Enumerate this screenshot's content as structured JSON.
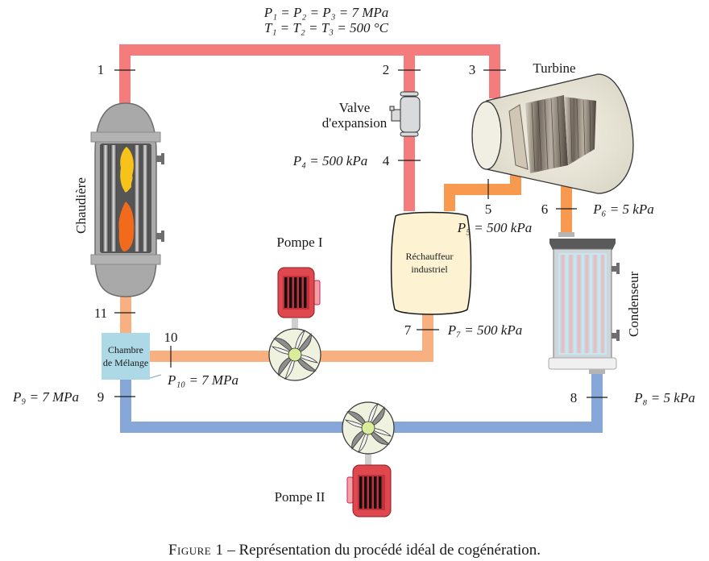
{
  "header": {
    "pressure_line": "P₁ = P₂ = P₃ = 7 MPa",
    "temperature_line": "T₁ = T₂ = T₃ = 500 °C"
  },
  "components": {
    "boiler": "Chaudière",
    "valve_line1": "Valve",
    "valve_line2": "d'expansion",
    "turbine": "Turbine",
    "heater_line1": "Réchauffeur",
    "heater_line2": "industriel",
    "condenser": "Condenseur",
    "pump1": "Pompe I",
    "pump2": "Pompe II",
    "mixer_line1": "Chambre",
    "mixer_line2": "de Mélange"
  },
  "states": {
    "s1": "1",
    "s2": "2",
    "s3": "3",
    "s4": "4",
    "s5": "5",
    "s6": "6",
    "s7": "7",
    "s8": "8",
    "s9": "9",
    "s10": "10",
    "s11": "11"
  },
  "conditions": {
    "p4": "P₄ = 500 kPa",
    "p5": "P₅ = 500 kPa",
    "p6": "P₆ = 5 kPa",
    "p7": "P₇ = 500 kPa",
    "p8": "P₈ = 5 kPa",
    "p9": "P₉ = 7 MPa",
    "p10": "P₁₀ = 7 MPa"
  },
  "colors": {
    "hot_steam": "#f47c7c",
    "medium_steam": "#f79a4f",
    "warm_water": "#f9b081",
    "cold_water": "#87a7d8",
    "mixer": "#add8e6",
    "heater": "#fdf3d3"
  },
  "caption": {
    "prefix": "Figure 1",
    "text": " – Représentation du procédé idéal de cogénération."
  }
}
